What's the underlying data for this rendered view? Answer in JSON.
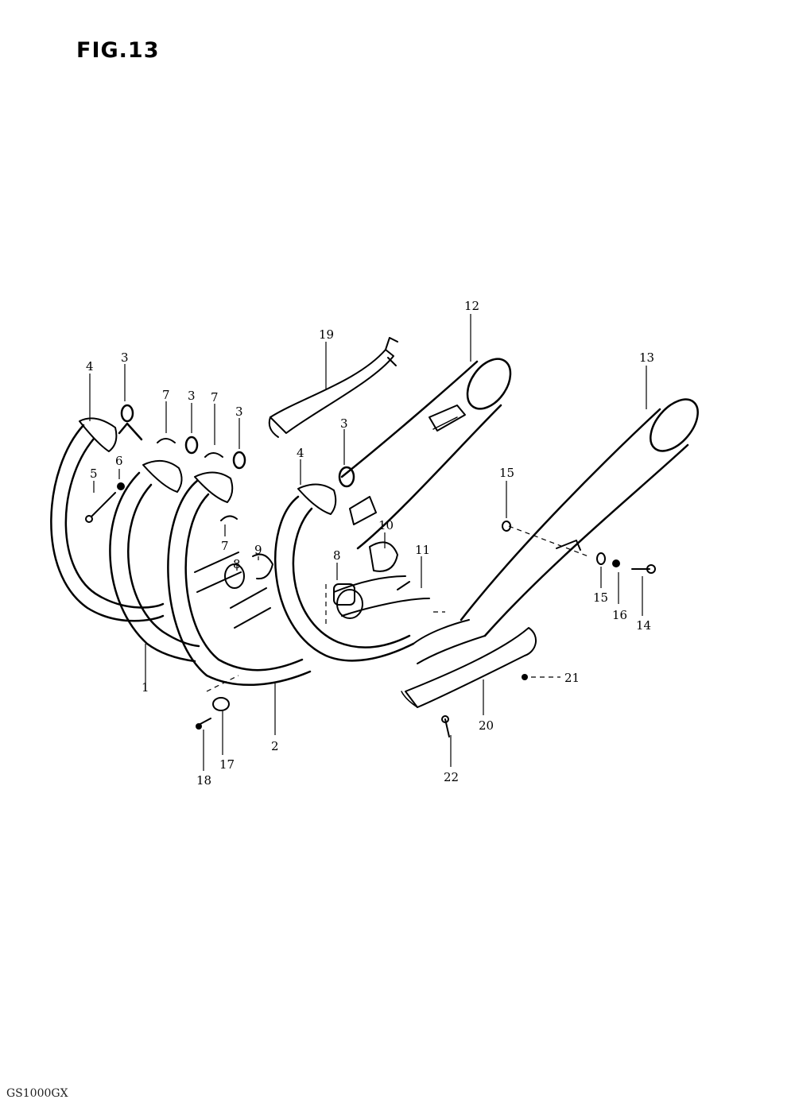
{
  "figure": {
    "title": "FIG.13",
    "model_code": "GS1000GX"
  },
  "callouts": [
    "1",
    "2",
    "3",
    "3",
    "3",
    "3",
    "4",
    "4",
    "5",
    "6",
    "7",
    "7",
    "7",
    "8",
    "8",
    "9",
    "10",
    "11",
    "12",
    "13",
    "14",
    "15",
    "15",
    "16",
    "17",
    "18",
    "19",
    "20",
    "21",
    "22"
  ]
}
